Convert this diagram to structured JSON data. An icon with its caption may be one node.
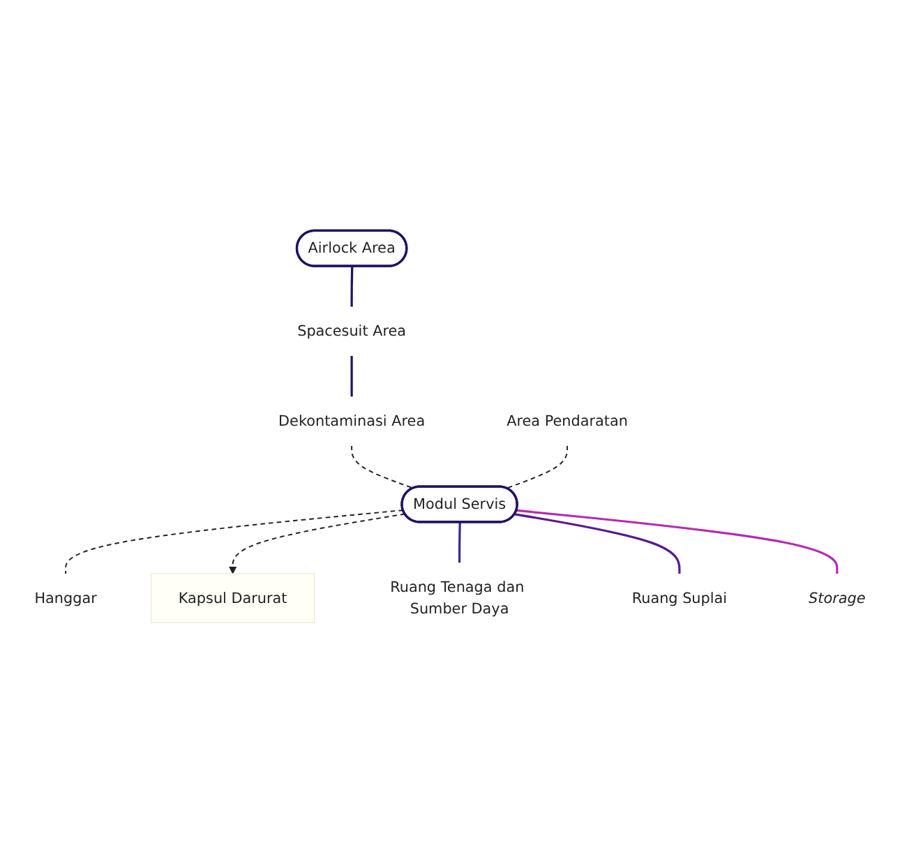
{
  "diagram": {
    "nodes": [
      {
        "text": [
          "Airlock Area"
        ]
      },
      {
        "text": [
          "Spacesuit Area"
        ]
      },
      {
        "text": [
          "Dekontaminasi Area"
        ]
      },
      {
        "text": [
          "Modul Servis"
        ]
      },
      {
        "text": [
          "Area Pendaratan"
        ]
      },
      {
        "text": [
          "Hanggar"
        ]
      },
      {
        "text": [
          "Kapsul Darurat"
        ]
      },
      {
        "text": [
          "Ruang Tenaga dan Sumber Daya"
        ]
      },
      {
        "text": [
          "Ruang Suplai"
        ]
      },
      {
        "text": [
          "Storage"
        ]
      }
    ],
    "edges": [
      {
        "from": 0,
        "to": 1,
        "arrow": "none"
      },
      {
        "from": 1,
        "to": 2,
        "arrow": "none"
      },
      {
        "from": 2,
        "to": 3,
        "arrow": "none",
        "style": "dashed"
      },
      {
        "from": 4,
        "to": 3,
        "arrow": "none",
        "style": "dashed"
      },
      {
        "from": 3,
        "to": 5,
        "arrow": "none",
        "style": "dashed"
      },
      {
        "from": 3,
        "to": 6,
        "arrow": "to",
        "style": "dashed"
      },
      {
        "from": 3,
        "to": 7,
        "arrow": "none",
        "color": "#3a2a90"
      },
      {
        "from": 3,
        "to": 8,
        "arrow": "none",
        "color": "#5a1a8c"
      },
      {
        "from": 3,
        "to": 9,
        "arrow": "none",
        "color": "#b52ab5"
      }
    ]
  }
}
